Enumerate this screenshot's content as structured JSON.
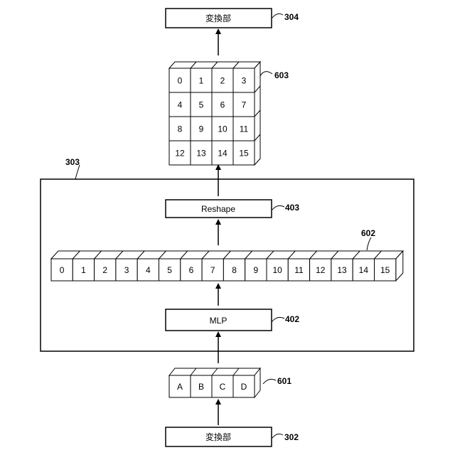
{
  "nodes": {
    "top_converter": {
      "label": "変換部",
      "ref": "304"
    },
    "bottom_converter": {
      "label": "変換部",
      "ref": "302"
    },
    "reshape": {
      "label": "Reshape",
      "ref": "403"
    },
    "mlp": {
      "label": "MLP",
      "ref": "402"
    },
    "module": {
      "ref": "303"
    }
  },
  "input_vector": {
    "ref": "601",
    "cells": [
      "A",
      "B",
      "C",
      "D"
    ]
  },
  "flat_vector": {
    "ref": "602",
    "cells": [
      "0",
      "1",
      "2",
      "3",
      "4",
      "5",
      "6",
      "7",
      "8",
      "9",
      "10",
      "11",
      "12",
      "13",
      "14",
      "15"
    ]
  },
  "grid": {
    "ref": "603",
    "rows": [
      [
        "0",
        "1",
        "2",
        "3"
      ],
      [
        "4",
        "5",
        "6",
        "7"
      ],
      [
        "8",
        "9",
        "10",
        "11"
      ],
      [
        "12",
        "13",
        "14",
        "15"
      ]
    ]
  }
}
